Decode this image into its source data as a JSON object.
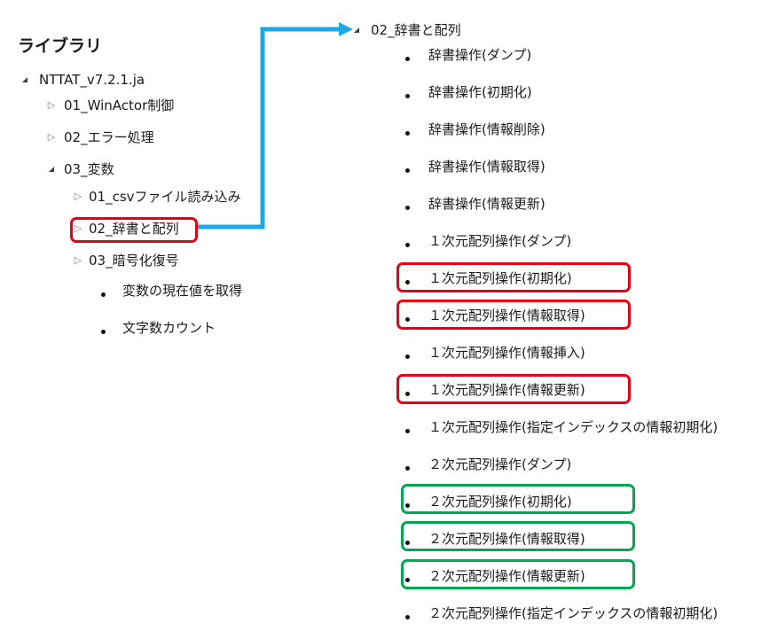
{
  "library": {
    "title": "ライブラリ",
    "root": "NTTAT_v7.2.1.ja",
    "items": [
      {
        "label": "01_WinActor制御"
      },
      {
        "label": "02_エラー処理"
      },
      {
        "label": "03_変数"
      }
    ],
    "sub_items": [
      {
        "label": "01_csvファイル読み込み"
      },
      {
        "label": "02_辞書と配列"
      },
      {
        "label": "03_暗号化復号"
      }
    ],
    "leaf_items": [
      {
        "label": "変数の現在値を取得"
      },
      {
        "label": "文字数カウント"
      }
    ]
  },
  "expanded": {
    "title": "02_辞書と配列",
    "items": [
      {
        "label": "辞書操作(ダンプ)"
      },
      {
        "label": "辞書操作(初期化)"
      },
      {
        "label": "辞書操作(情報削除)"
      },
      {
        "label": "辞書操作(情報取得)"
      },
      {
        "label": "辞書操作(情報更新)"
      },
      {
        "label": "１次元配列操作(ダンプ)"
      },
      {
        "label": "１次元配列操作(初期化)"
      },
      {
        "label": "１次元配列操作(情報取得)"
      },
      {
        "label": "１次元配列操作(情報挿入)"
      },
      {
        "label": "１次元配列操作(情報更新)"
      },
      {
        "label": "１次元配列操作(指定インデックスの情報初期化)"
      },
      {
        "label": "２次元配列操作(ダンプ)"
      },
      {
        "label": "２次元配列操作(初期化)"
      },
      {
        "label": "２次元配列操作(情報取得)"
      },
      {
        "label": "２次元配列操作(情報更新)"
      },
      {
        "label": "２次元配列操作(指定インデックスの情報初期化)"
      }
    ]
  },
  "colors": {
    "highlight_red": "#e60012",
    "highlight_green": "#00a650",
    "connector": "#1aa8e8"
  }
}
